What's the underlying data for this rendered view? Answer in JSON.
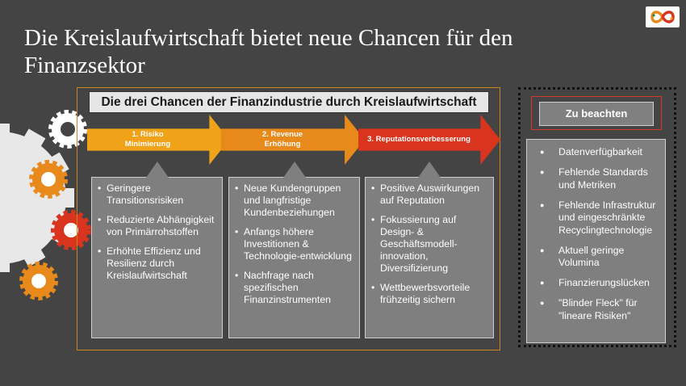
{
  "slide": {
    "title": "Die Kreislaufwirtschaft bietet neue Chancen für den Finanzsektor"
  },
  "logo": {
    "icon": "infinity-logo-icon"
  },
  "main": {
    "header": "Die drei Chancen der Finanzindustrie durch Kreislaufwirtschaft",
    "arrows": [
      {
        "line1": "1. Risiko",
        "line2": "Minimierung",
        "color": "#f0a319"
      },
      {
        "line1": "2. Revenue",
        "line2": "Erhöhung",
        "color": "#e8891c"
      },
      {
        "line1": "3. Reputationsverbesserung",
        "line2": "",
        "color": "#d9341e"
      }
    ],
    "columns": [
      {
        "items": [
          "Geringere Transitionsrisiken",
          "Reduzierte Abhängigkeit von Primärrohstoffen",
          "Erhöhte Effizienz und Resilienz durch Kreislaufwirtschaft"
        ]
      },
      {
        "items": [
          "Neue Kundengruppen und langfristige Kundenbeziehungen",
          "Anfangs höhere Investitionen & Technologie-entwicklung",
          "Nachfrage nach spezifischen Finanzinstrumenten"
        ]
      },
      {
        "items": [
          "Positive Auswirkungen auf Reputation",
          "Fokussierung auf Design- & Geschäftsmodell-innovation, Diversifizierung",
          "Wettbewerbsvorteile frühzeitig sichern"
        ]
      }
    ]
  },
  "side": {
    "header": "Zu beachten",
    "items": [
      "Datenverfügbarkeit",
      "Fehlende Standards und Metriken",
      "Fehlende Infrastruktur und eingeschränkte Recyclingtechnologie",
      "Aktuell geringe Volumina",
      "Finanzierungslücken",
      "\"Blinder Fleck\" für \"lineare Risiken\""
    ]
  },
  "colors": {
    "background": "#444444",
    "gear_light": "#e8e8e8",
    "gear_orange": "#e8891c",
    "gear_red": "#d9341e",
    "frame_orange": "#c8861c",
    "frame_red": "#d23b2a"
  }
}
